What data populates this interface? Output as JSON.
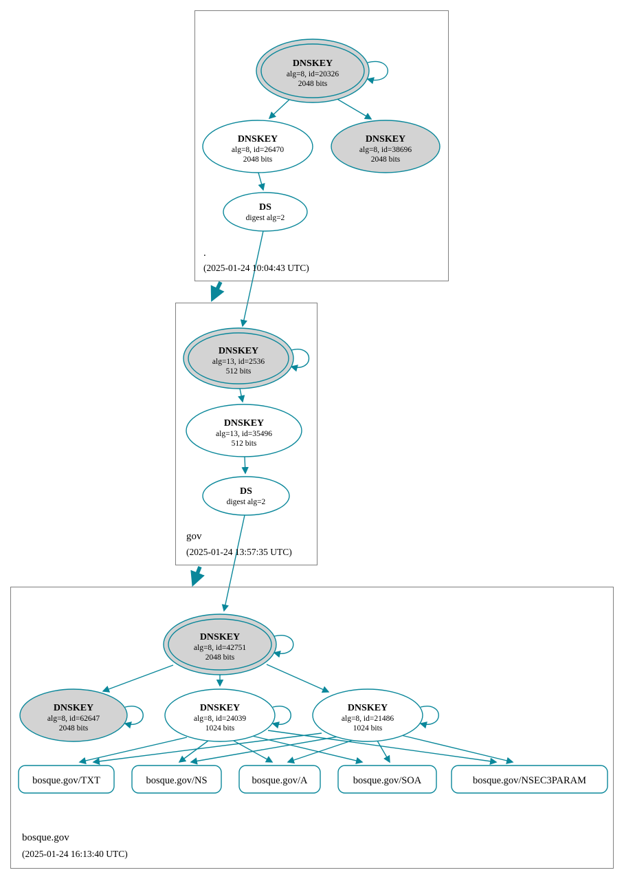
{
  "colors": {
    "edge": "#0a879a",
    "node_gray": "#d3d3d3",
    "box_border": "#7f7f7f",
    "text": "#000000"
  },
  "zones": {
    "root": {
      "name": ".",
      "timestamp": "(2025-01-24 10:04:43 UTC)",
      "nodes": {
        "ksk": {
          "title": "DNSKEY",
          "detail": "alg=8, id=20326",
          "bits": "2048 bits"
        },
        "zsk": {
          "title": "DNSKEY",
          "detail": "alg=8, id=26470",
          "bits": "2048 bits"
        },
        "key2": {
          "title": "DNSKEY",
          "detail": "alg=8, id=38696",
          "bits": "2048 bits"
        },
        "ds": {
          "title": "DS",
          "detail": "digest alg=2"
        }
      }
    },
    "gov": {
      "name": "gov",
      "timestamp": "(2025-01-24 13:57:35 UTC)",
      "nodes": {
        "ksk": {
          "title": "DNSKEY",
          "detail": "alg=13, id=2536",
          "bits": "512 bits"
        },
        "zsk": {
          "title": "DNSKEY",
          "detail": "alg=13, id=35496",
          "bits": "512 bits"
        },
        "ds": {
          "title": "DS",
          "detail": "digest alg=2"
        }
      }
    },
    "bosque": {
      "name": "bosque.gov",
      "timestamp": "(2025-01-24 16:13:40 UTC)",
      "nodes": {
        "ksk": {
          "title": "DNSKEY",
          "detail": "alg=8, id=42751",
          "bits": "2048 bits"
        },
        "key62647": {
          "title": "DNSKEY",
          "detail": "alg=8, id=62647",
          "bits": "2048 bits"
        },
        "key24039": {
          "title": "DNSKEY",
          "detail": "alg=8, id=24039",
          "bits": "1024 bits"
        },
        "key21486": {
          "title": "DNSKEY",
          "detail": "alg=8, id=21486",
          "bits": "1024 bits"
        }
      },
      "rrsets": [
        {
          "label": "bosque.gov/TXT"
        },
        {
          "label": "bosque.gov/NS"
        },
        {
          "label": "bosque.gov/A"
        },
        {
          "label": "bosque.gov/SOA"
        },
        {
          "label": "bosque.gov/NSEC3PARAM"
        }
      ]
    }
  }
}
